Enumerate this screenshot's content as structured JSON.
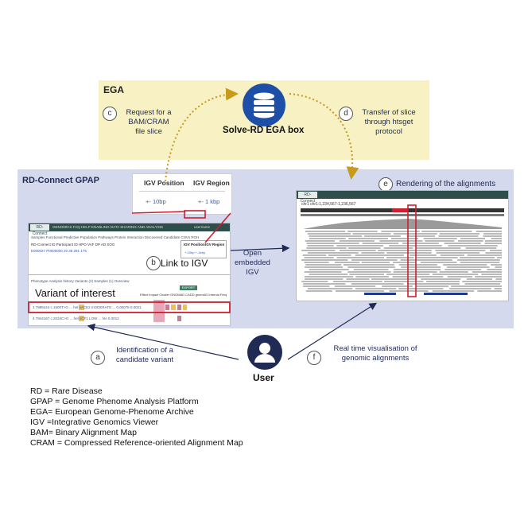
{
  "ega": {
    "title": "EGA",
    "box_label": "Solve-RD EGA box",
    "request_badge": "c",
    "request_lines": [
      "Request for a",
      "BAM/CRAM",
      "file slice"
    ],
    "transfer_badge": "d",
    "transfer_lines": [
      "Transfer of slice",
      "through htsget",
      "protocol"
    ]
  },
  "gpap": {
    "title": "RD-Connect GPAP",
    "igv_popup": {
      "position_header": "IGV Position",
      "region_header": "IGV Region",
      "position_value": "+- 10bp",
      "region_value": "+- 1 kbp"
    },
    "screenshot": {
      "logo": "RD-Connect",
      "nav": "GENOMICS   FAQ   HELP     ENABLING DATA SHARING AND ANALYSIS",
      "user": "username",
      "tabs": "Samples   Functional   Predictive   Population   Pathways   Protein Interaction   Discovered   Candidate   CNVs   ROH",
      "row_header": "RD-Connect ID        Participant ID        HPO   VAF   DP   AD   SOG",
      "row1": "E000027              P0000000               20     35     291   176",
      "mini_position": "IGV Position",
      "mini_region": "IGV Region",
      "mini_values": "+-10bp      +-1kbp",
      "variant_tabs": "Phenotype   Analysis history   Variants (2)   Samples (1)   Overview",
      "export": "EXPORT",
      "col_headers": "Effect   Impact   Cluster   GNOMAD   CADD   gnomAD   Internal Freq",
      "variant_label": "Variant of interest",
      "r1": "1   7989444   c.1500T>G   ...   het   sACE2   mODERATE   ...   0.00078   0.0021",
      "r2": "4   7944167   c.2034C>G   ...   het   sCF1   LOW   ...   NA   0.0012"
    },
    "link_badge": "b",
    "link_label": "Link to IGV",
    "open_lines": [
      "Open",
      "embedded",
      "IGV"
    ],
    "render_badge": "e",
    "render_label": "Rendering of the alignments",
    "igv_shot": {
      "logo": "RD-Connect",
      "locus": "chr1   chr1:1,234,567-1,236,567"
    }
  },
  "user": {
    "label": "User",
    "identify_badge": "a",
    "identify_lines": [
      "Identification of a",
      "candidate variant"
    ],
    "realtime_badge": "f",
    "realtime_lines": [
      "Real time visualisation of",
      "genomic alignments"
    ]
  },
  "legend": [
    "RD = Rare Disease",
    "GPAP = Genome Phenome Analysis Platform",
    "EGA= European Genome-Phenome Archive",
    "IGV =Integrative Genomics Viewer",
    "BAM= Binary Alignment Map",
    "CRAM = Compressed Reference-oriented Alignment Map"
  ],
  "colors": {
    "ega_panel": "#f7f1c3",
    "gpap_panel": "#d4d9ed",
    "navy": "#1f2a55",
    "database": "#1e4fa8",
    "highlight": "#cc1f2f",
    "dotted_arrow": "#c89a1c"
  }
}
